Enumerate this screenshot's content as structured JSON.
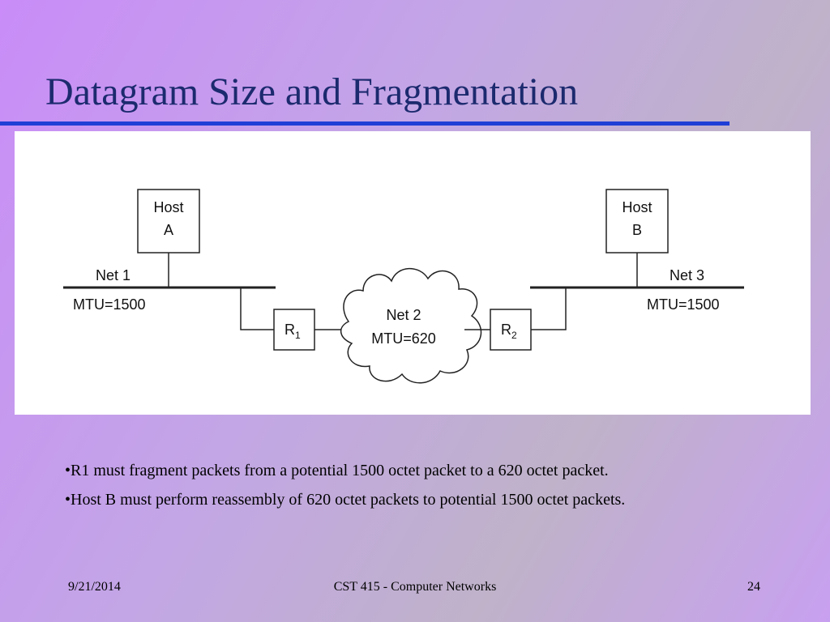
{
  "slide": {
    "title": "Datagram Size and Fragmentation"
  },
  "diagram": {
    "host_a": {
      "line1": "Host",
      "line2": "A"
    },
    "host_b": {
      "line1": "Host",
      "line2": "B"
    },
    "net1": {
      "name": "Net 1",
      "mtu": "MTU=1500"
    },
    "net2": {
      "name": "Net 2",
      "mtu": "MTU=620"
    },
    "net3": {
      "name": "Net 3",
      "mtu": "MTU=1500"
    },
    "router1": {
      "letter": "R",
      "sub": "1"
    },
    "router2": {
      "letter": "R",
      "sub": "2"
    }
  },
  "bullets": [
    "•R1 must fragment packets from a potential 1500 octet packet to a 620 octet packet.",
    "•Host B must perform reassembly of 620 octet packets to potential 1500 octet packets."
  ],
  "footer": {
    "date": "9/21/2014",
    "course": "CST 415 - Computer Networks",
    "page": "24"
  }
}
